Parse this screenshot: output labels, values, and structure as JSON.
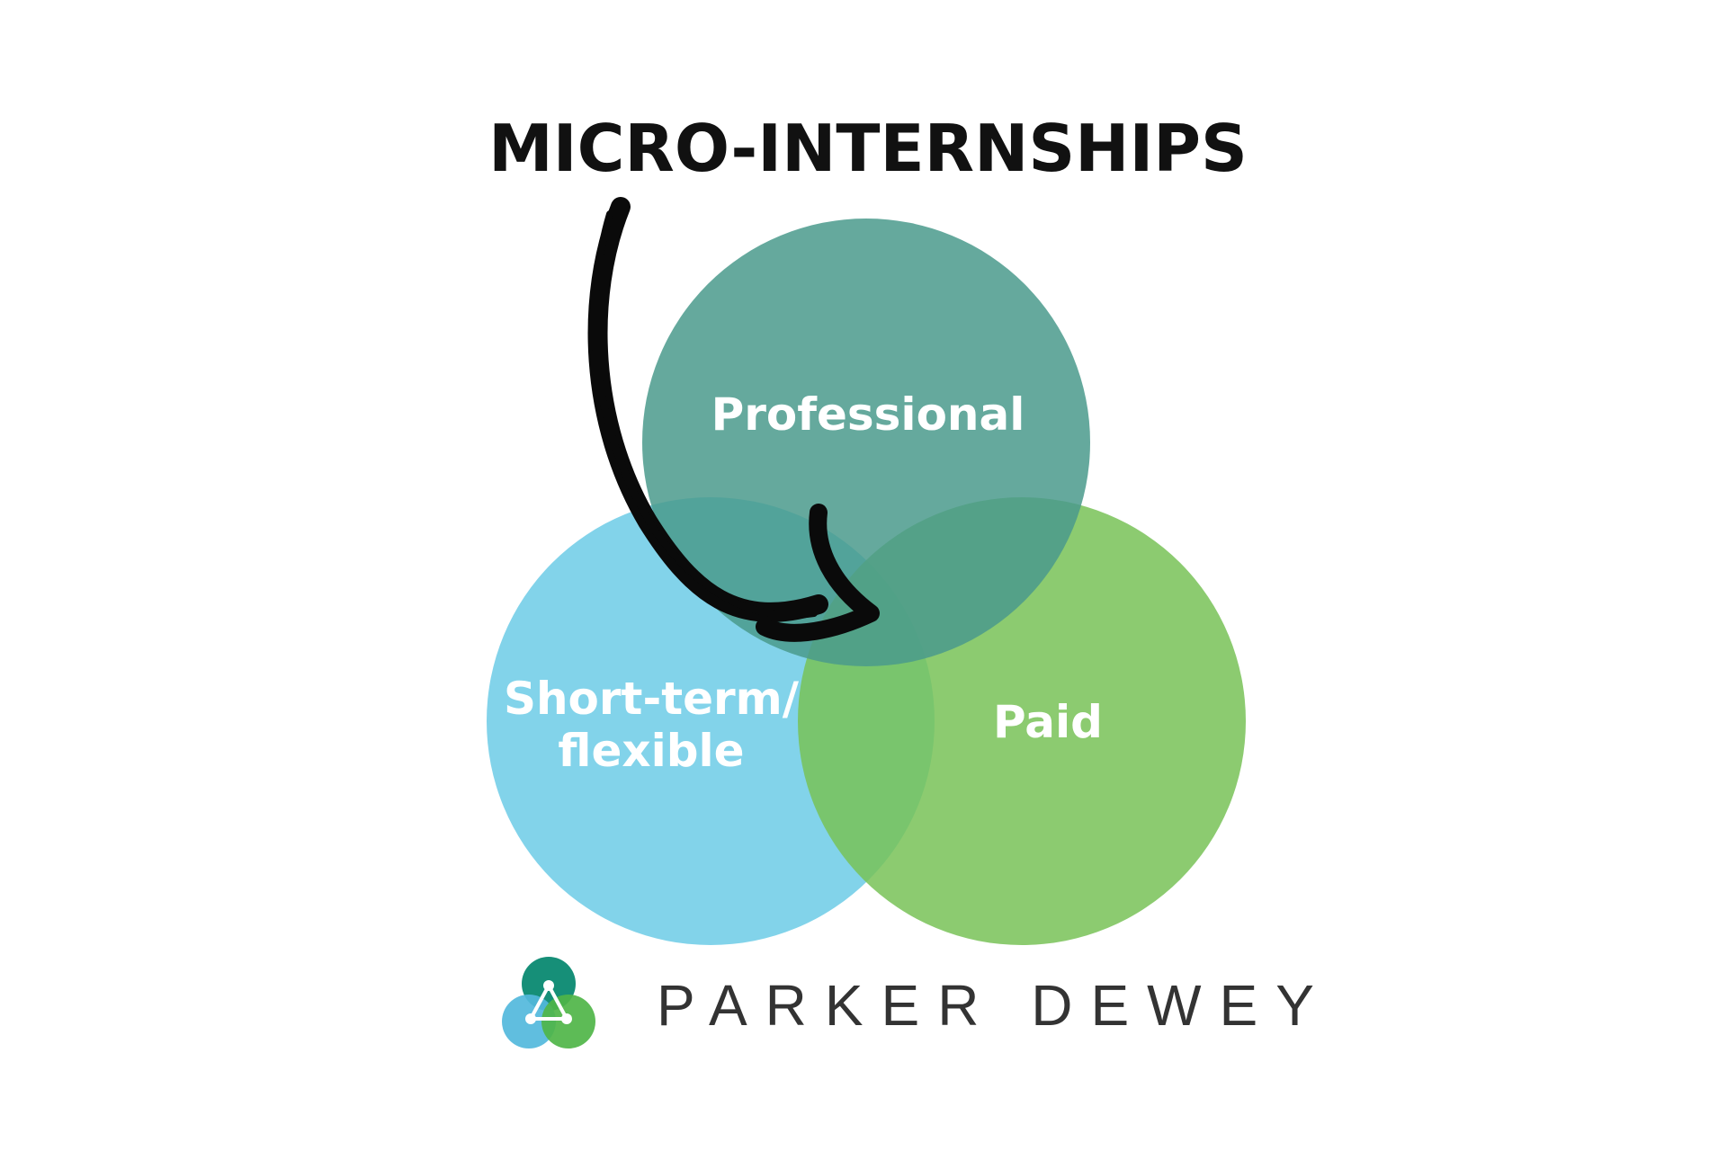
{
  "title": "MICRO-INTERNSHIPS",
  "circles": {
    "professional": {
      "label": "Professional",
      "color": "#4a9a8c"
    },
    "short_term": {
      "label_line1": "Short-term/",
      "label_line2": "flexible",
      "color": "#6ccbe6"
    },
    "paid": {
      "label": "Paid",
      "color": "#78c257"
    }
  },
  "arrow": {
    "color": "#0a0a0a"
  },
  "logo": {
    "brand_name": "PARKER DEWEY",
    "icon": "three-circles-network-logo",
    "colors": {
      "teal": "#168f78",
      "blue": "#52b9dc",
      "green": "#4fb548"
    }
  }
}
